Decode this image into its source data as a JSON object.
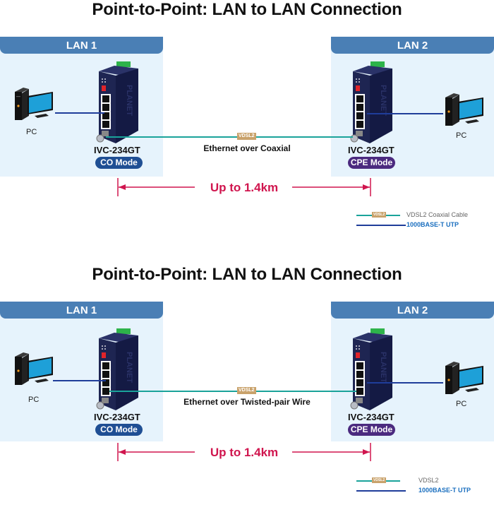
{
  "diagrams": [
    {
      "title": "Point-to-Point: LAN to LAN Connection",
      "lan_left": {
        "header": "LAN 1",
        "pc_label": "PC",
        "device_model": "IVC-234GT",
        "mode": "CO Mode"
      },
      "lan_right": {
        "header": "LAN 2",
        "pc_label": "PC",
        "device_model": "IVC-234GT",
        "mode": "CPE Mode"
      },
      "link": {
        "tag": "VDSL2",
        "caption": "Ethernet over Coaxial",
        "port": "coaxial"
      },
      "distance": "Up to 1.4km",
      "legend": [
        {
          "icon": "vdsl2-cable-line",
          "tag": "VDSL2",
          "label": "VDSL2 Coaxial Cable"
        },
        {
          "icon": "utp-cable-line",
          "label": "1000BASE-T UTP"
        }
      ]
    },
    {
      "title": "Point-to-Point: LAN to LAN Connection",
      "lan_left": {
        "header": "LAN 1",
        "pc_label": "PC",
        "device_model": "IVC-234GT",
        "mode": "CO Mode"
      },
      "lan_right": {
        "header": "LAN 2",
        "pc_label": "PC",
        "device_model": "IVC-234GT",
        "mode": "CPE Mode"
      },
      "link": {
        "tag": "VDSL2",
        "caption": "Ethernet over Twisted-pair Wire",
        "port": "rj11"
      },
      "distance": "Up to 1.4km",
      "legend": [
        {
          "icon": "vdsl2-cable-line",
          "tag": "VDSL2",
          "label": "VDSL2"
        },
        {
          "icon": "utp-cable-line",
          "label": "1000BASE-T UTP"
        }
      ]
    }
  ],
  "colors": {
    "lan_header": "#4a7fb5",
    "lan_bg": "#e6f3fc",
    "co_mode": "#1f4f94",
    "cpe_mode": "#4b2a7f",
    "vdsl_cable": "#1aa39a",
    "utp_cable": "#1f3d9a",
    "distance": "#d0154e",
    "vdsl_tag": "#c9a26b"
  }
}
